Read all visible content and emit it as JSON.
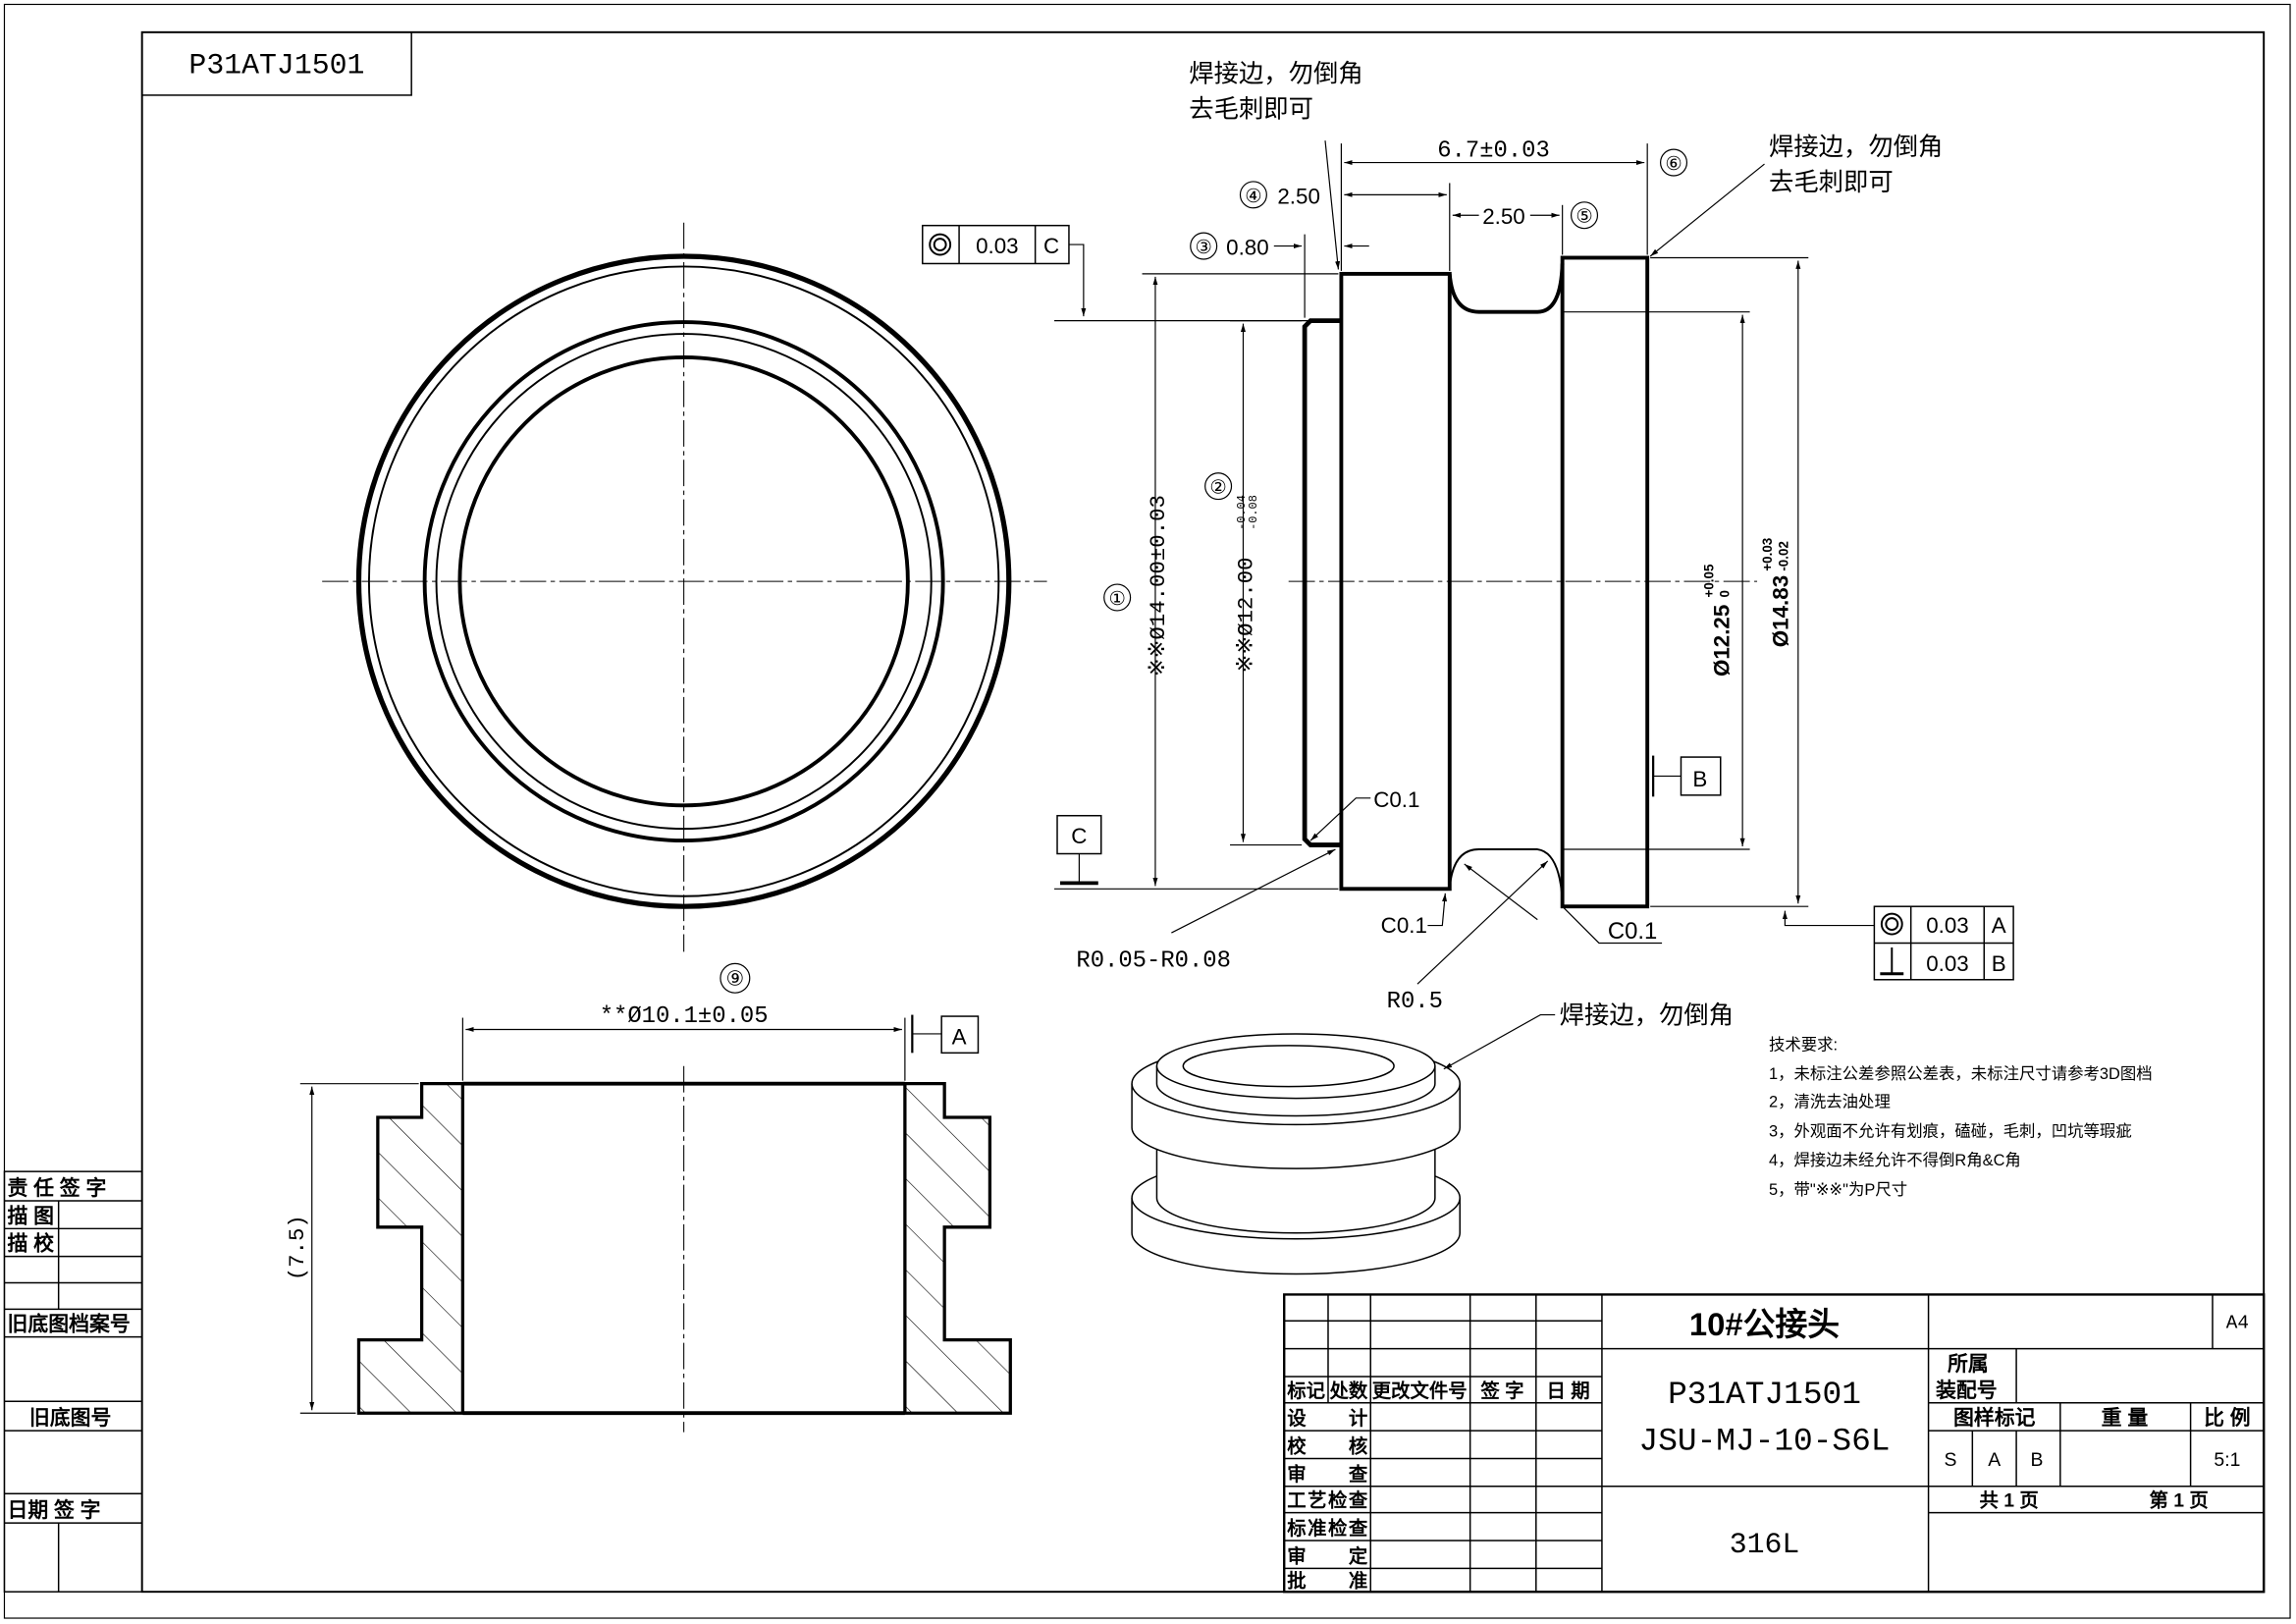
{
  "drawing_number_box": "P31ATJ1501",
  "notes": {
    "weld_top_left_1": "焊接边，勿倒角",
    "weld_top_left_2": "去毛刺即可",
    "weld_top_right_1": "焊接边，勿倒角",
    "weld_top_right_2": "去毛刺即可",
    "weld_iso": "焊接边，勿倒角"
  },
  "dimensions": {
    "overall_length": "6.7±0.03",
    "balloon_6": "⑥",
    "balloon_4": "④",
    "flange_width": "2.50",
    "groove_width": "2.50",
    "balloon_5": "⑤",
    "balloon_3": "③",
    "spigot_length": "0.80",
    "balloon_1": "①",
    "dia_14": "※※Ø14.00±0.03",
    "balloon_2": "②",
    "dia_12": "※※Ø12.00",
    "dia_12_upper": "-0.04",
    "dia_12_lower": "-0.08",
    "dia_1225": "Ø12.25",
    "dia_1225_upper": "+0.05",
    "dia_1225_lower": "0",
    "dia_1483": "Ø14.83",
    "dia_1483_upper": "+0.03",
    "dia_1483_lower": "-0.02",
    "chamfer_spigot": "C0.1",
    "chamfer_groove": "C0.1",
    "chamfer_right": "C0.1",
    "radius_small": "R0.05-R0.08",
    "radius_groove": "R0.5",
    "balloon_9": "⑨",
    "bore_dia": "**Ø10.1±0.05",
    "height_ref": "(7.5)"
  },
  "gdt": {
    "top": {
      "tolerance": "0.03",
      "datum": "C",
      "symbol": "concentricity-icon"
    },
    "bottom": [
      {
        "tolerance": "0.03",
        "datum": "A",
        "symbol": "concentricity-icon"
      },
      {
        "tolerance": "0.03",
        "datum": "B",
        "symbol": "perpendicularity-icon"
      }
    ],
    "datum_c": "C",
    "datum_b": "B",
    "datum_a": "A"
  },
  "tech_requirements": {
    "title": "技术要求:",
    "items": [
      "1，未标注公差参照公差表，未标注尺寸请参考3D图档",
      "2，清洗去油处理",
      "3，外观面不允许有划痕，磕碰，毛刺，凹坑等瑕疵",
      "4，焊接边未经允许不得倒R角&C角",
      "5，带\"※※\"为P尺寸"
    ]
  },
  "title_block": {
    "part_name": "10#公接头",
    "sheet_size": "A4",
    "drawing_number": "P31ATJ1501",
    "model_number": "JSU-MJ-10-S6L",
    "material": "316L",
    "assembly_label_1": "所属",
    "assembly_label_2": "装配号",
    "headers": [
      "标记",
      "处数",
      "更改文件号",
      "签 字",
      "日 期"
    ],
    "roles": [
      "设    计",
      "校    核",
      "审    查",
      "工艺检查",
      "标准检查",
      "审    定",
      "批    准"
    ],
    "mark_label": "图样标记",
    "weight_label": "重  量",
    "scale_label": "比 例",
    "marks": [
      "S",
      "A",
      "B"
    ],
    "scale": "5:1",
    "total_pages": "共 1 页",
    "page": "第 1 页"
  },
  "left_strip": {
    "rows": [
      "责 任 签 字",
      "描 图",
      "描 校",
      "旧底图档案号",
      "旧底图号",
      "日期 签 字"
    ]
  }
}
